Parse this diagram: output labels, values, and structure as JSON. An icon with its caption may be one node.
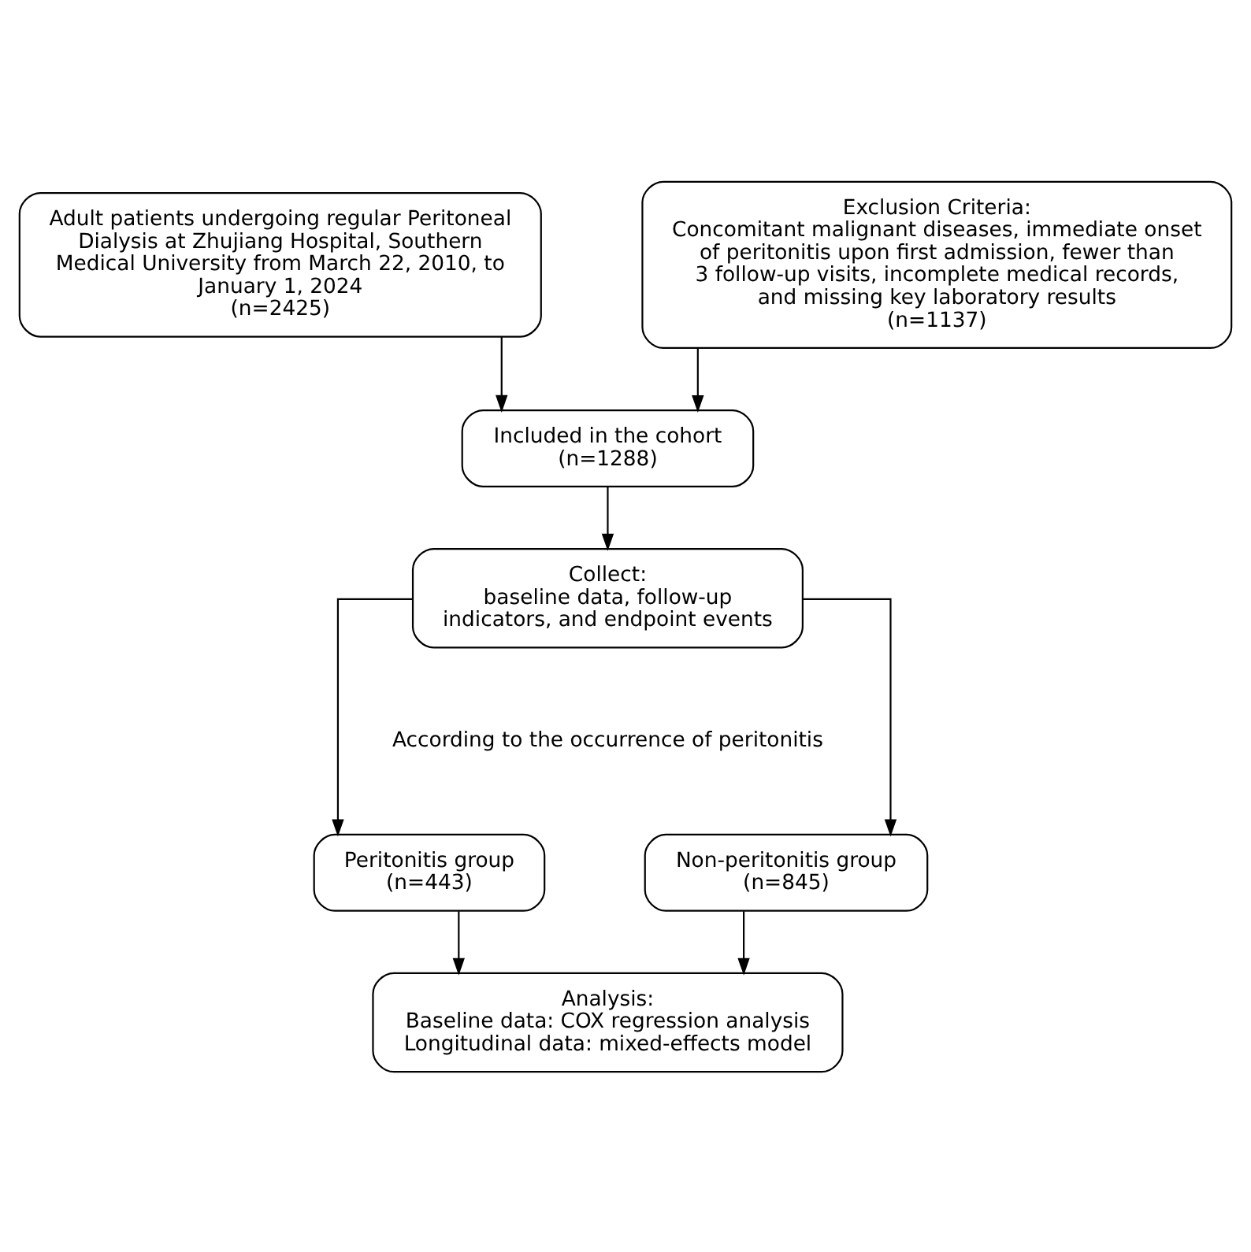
{
  "diagram": {
    "nodes": [
      {
        "text": [
          "Adult patients undergoing regular Peritoneal Dialysis at Zhujiang Hospital, Southern Medical University from March 22, 2010, to January 1, 2024",
          "(n=2425)"
        ]
      },
      {
        "text": [
          "Exclusion Criteria:",
          "Concomitant malignant diseases, immediate onset of peritonitis upon first admission, fewer than 3 follow-up visits, incomplete medical records, and missing key laboratory results",
          "(n=1137)"
        ]
      },
      {
        "text": [
          "Included in the cohort",
          "(n=1288)"
        ]
      },
      {
        "text": [
          "Collect:",
          "baseline data, follow-up indicators, and endpoint events"
        ]
      },
      {
        "text": [
          "Peritonitis group",
          "(n=443)"
        ]
      },
      {
        "text": [
          "Non-peritonitis group",
          "(n=845)"
        ]
      },
      {
        "text": [
          "Analysis:",
          "Baseline data: COX regression analysis",
          "Longitudinal data: mixed-effects model"
        ]
      }
    ],
    "edges": [
      {
        "from": 0,
        "to": 2,
        "arrow": "to"
      },
      {
        "from": 1,
        "to": 2,
        "arrow": "to"
      },
      {
        "from": 2,
        "to": 3,
        "arrow": "to"
      },
      {
        "from": 3,
        "to": 4,
        "arrow": "to"
      },
      {
        "from": 3,
        "to": 5,
        "arrow": "to"
      },
      {
        "from": 4,
        "to": 6,
        "arrow": "to"
      },
      {
        "from": 5,
        "to": 6,
        "arrow": "to"
      }
    ],
    "labels": [
      "According to the occurrence of peritonitis"
    ]
  }
}
